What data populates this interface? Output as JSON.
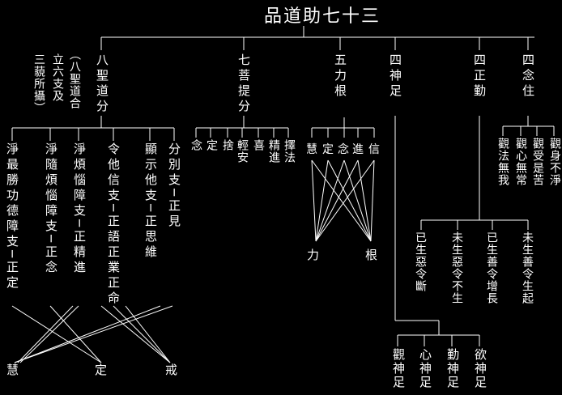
{
  "title": "三十七助道品",
  "categories": {
    "eightfold": "八聖道分",
    "eightfold_note": [
      "（八聖道合",
      "立六支及",
      "三藐所攝）"
    ],
    "factors": "七菩提分",
    "powers": "五力根",
    "bases": "四神足",
    "efforts": "四正勤",
    "mindfulness": "四念住"
  },
  "eightfold_members": [
    {
      "label": "分別支─正見"
    },
    {
      "label": "顯示他支─正思維"
    },
    {
      "label": "令他信支─正語正業正命"
    },
    {
      "label": "淨煩惱障支─正精進"
    },
    {
      "label": "淨隨煩惱障支─正念"
    },
    {
      "label": "淨最勝功德障支─正定"
    }
  ],
  "three_trainings": [
    "慧",
    "定",
    "戒"
  ],
  "factors_members": [
    "擇法",
    "精進",
    "喜",
    "輕安",
    "捨",
    "定",
    "念"
  ],
  "powers_members": [
    "信",
    "進",
    "念",
    "定",
    "慧"
  ],
  "powers_bottom": [
    "根",
    "力"
  ],
  "mindfulness_members": [
    "觀身不淨",
    "觀受是苦",
    "觀心無常",
    "觀法無我"
  ],
  "efforts_members": [
    "未生善令生起",
    "已生善令增長",
    "未生惡令不生",
    "已生惡令斷"
  ],
  "bases_members": [
    "欲神足",
    "勤神足",
    "心神足",
    "觀神足"
  ]
}
